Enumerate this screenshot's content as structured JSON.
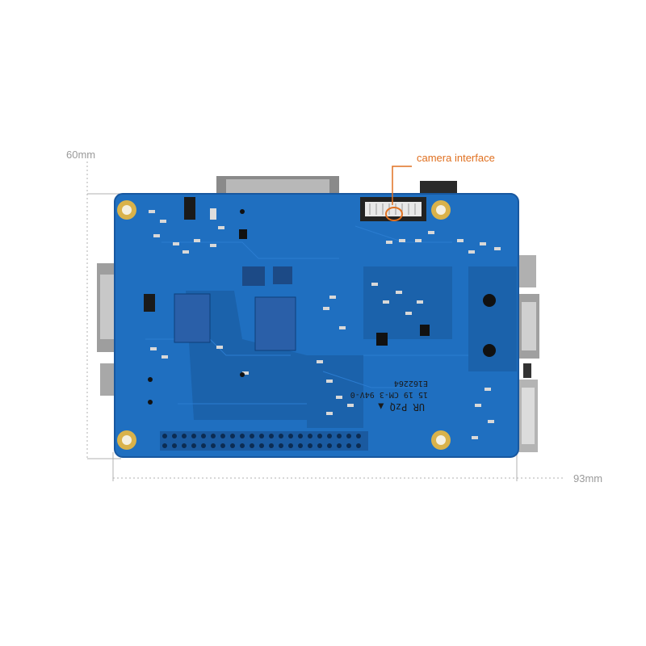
{
  "dimensions": {
    "height_label": "60mm",
    "width_label": "93mm"
  },
  "callout": {
    "label": "camera interface",
    "color": "#e07020"
  },
  "silkscreen": {
    "line1": "UR PzQ ▲",
    "line2": "15 19 CM-3 94V-0",
    "line3": "E162264"
  },
  "colors": {
    "board": "#1f6fc0",
    "board_dark": "#1858a0",
    "mount_hole": "#d9b24a",
    "dimension_line": "#b0b0b0"
  }
}
